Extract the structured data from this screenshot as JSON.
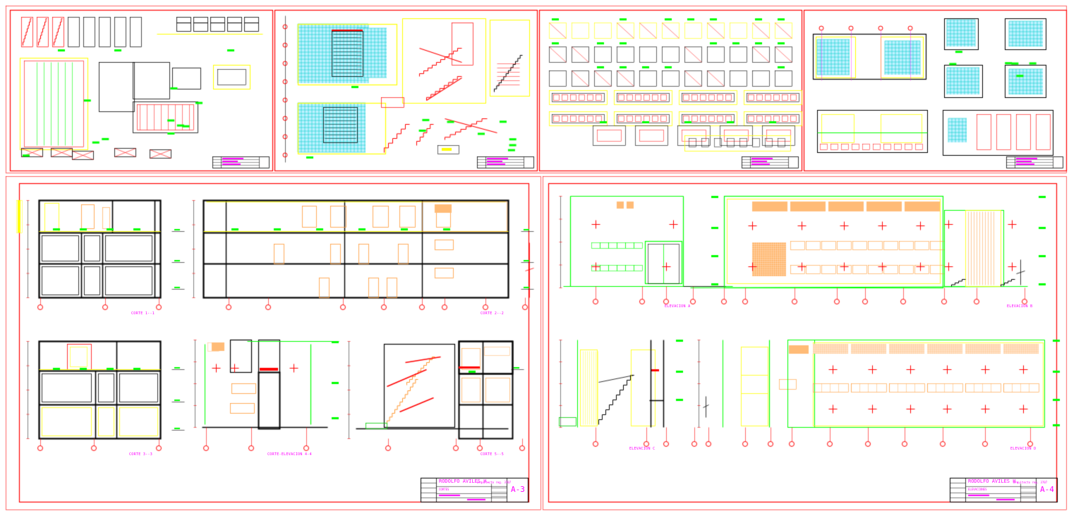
{
  "colors": {
    "border": "#ff0000",
    "wall": "#000000",
    "detail": "#ffff00",
    "green": "#00ff00",
    "orange": "#ff9933",
    "tile": "#00cccc",
    "text": "#ff00ff",
    "axis": "#ff0000"
  },
  "sheet_a3": {
    "labels": {
      "corte_1": "CORTE 1--1",
      "corte_2": "CORTE 2--2",
      "corte_3": "CORTE 3--3",
      "corte_elev_4": "CORTE-ELEVACION 4-4",
      "corte_5": "CORTE 5--5"
    },
    "title_block": {
      "author": "RODOLFO AVILES H.",
      "author_note": "arquitecto reg. 3707",
      "sheet_title": "CORTES",
      "sheet_number": "A-3"
    }
  },
  "sheet_a4": {
    "labels": {
      "elev_a": "ELEVACION A",
      "elev_b": "ELEVACION B",
      "elev_c": "ELEVACION C",
      "elev_d": "ELEVACION D"
    },
    "title_block": {
      "author": "RODOLFO AVILES H.",
      "author_note": "arquitecto reg. 3707",
      "sheet_title": "ELEVACIONES",
      "sheet_number": "A-4"
    }
  }
}
